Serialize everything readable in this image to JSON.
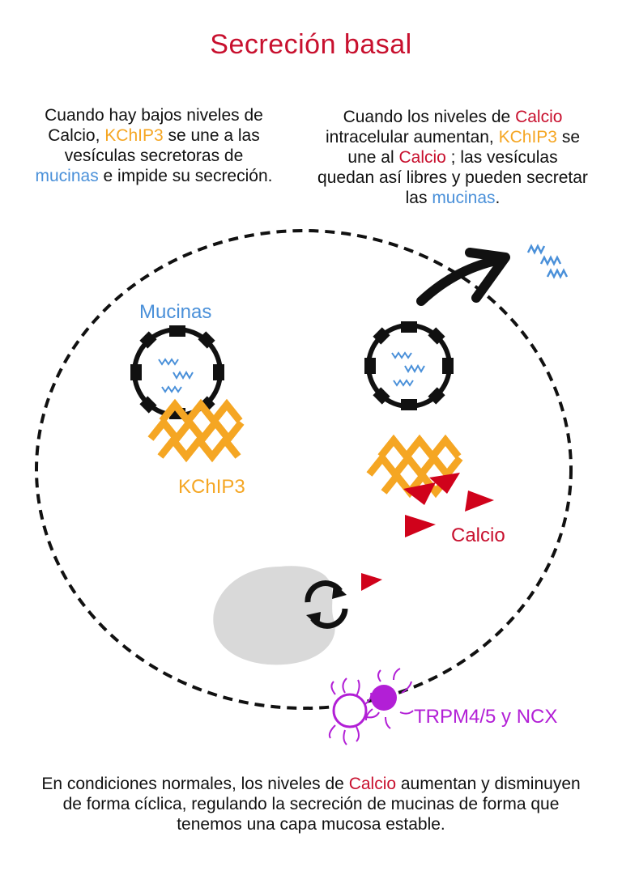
{
  "title": "Secreción basal",
  "left_text": {
    "a": "Cuando hay bajos niveles de Calcio, ",
    "kchip": "KChIP3",
    "b": " se une a las vesículas secretoras de ",
    "mucinas": "mucinas",
    "c": " e impide su secreción."
  },
  "right_text": {
    "a": "Cuando los niveles de ",
    "calcio1": "Calcio",
    "b": " intracelular aumentan, ",
    "kchip": "KChIP3",
    "c": " se une al ",
    "calcio2": "Calcio",
    "d": " ; las vesículas quedan así libres y pueden secretar las ",
    "mucinas": "mucinas",
    "e": "."
  },
  "labels": {
    "mucinas": "Mucinas",
    "kchip": "KChIP3",
    "calcio": "Calcio",
    "trpm": "TRPM4/5 y NCX"
  },
  "bottom_text": {
    "a": "En condiciones normales, los niveles de ",
    "calcio": "Calcio",
    "b": " aumentan y disminuyen de forma cíclica, regulando la secreción de mucinas de forma que tenemos una capa mucosa estable."
  },
  "colors": {
    "title": "#c8102e",
    "calcio": "#c8102e",
    "kchip3": "#f5a623",
    "mucinas": "#4a90d9",
    "channel": "#b21fd6",
    "organelle": "#d9d9d9"
  }
}
